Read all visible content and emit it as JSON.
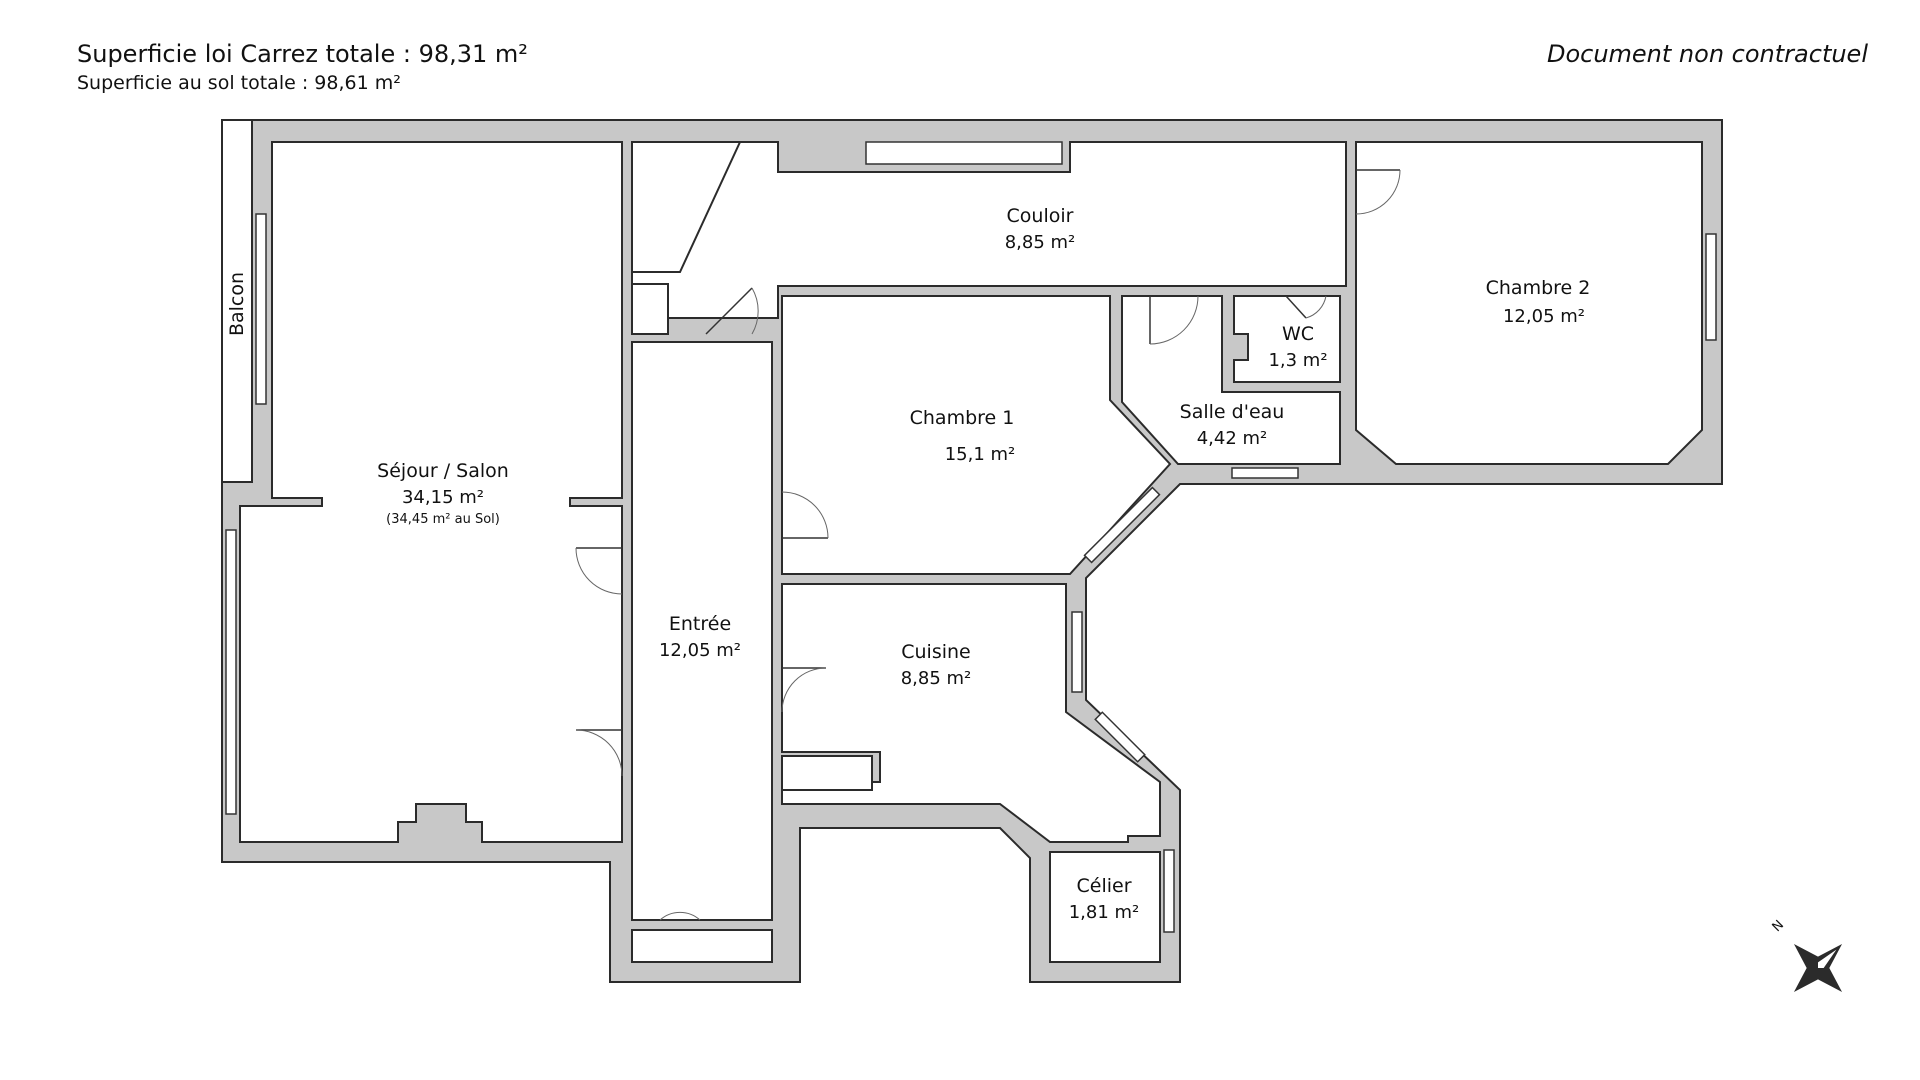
{
  "header": {
    "total_carrez": "Superficie loi Carrez totale : 98,31 m²",
    "total_sol": "Superficie au sol totale : 98,61 m²",
    "disclaimer": "Document non contractuel"
  },
  "rooms": {
    "sejour": {
      "name": "Séjour / Salon",
      "area": "34,15 m²",
      "note": "(34,45 m² au Sol)"
    },
    "entree": {
      "name": "Entrée",
      "area": "12,05 m²"
    },
    "couloir": {
      "name": "Couloir",
      "area": "8,85 m²"
    },
    "chambre1": {
      "name": "Chambre 1",
      "area": "15,1 m²"
    },
    "chambre2": {
      "name": "Chambre 2",
      "area": "12,05 m²"
    },
    "wc": {
      "name": "WC",
      "area": "1,3 m²"
    },
    "salle_eau": {
      "name": "Salle d'eau",
      "area": "4,42 m²"
    },
    "cuisine": {
      "name": "Cuisine",
      "area": "8,85 m²"
    },
    "celier": {
      "name": "Célier",
      "area": "1,81 m²"
    }
  },
  "balcony_label": "Balcon",
  "compass": {
    "icon": "compass-rose-icon",
    "north_label": "N"
  },
  "colors": {
    "wall": "#c8c8c8",
    "outline": "#2b2b2b",
    "background": "#ffffff"
  }
}
